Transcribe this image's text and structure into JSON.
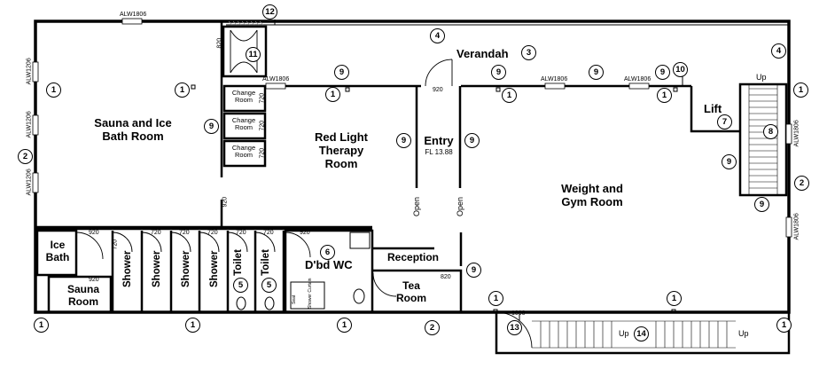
{
  "rooms": {
    "sauna_ice": {
      "l1": "Sauna and Ice",
      "l2": "Bath Room"
    },
    "red_light": {
      "l1": "Red Light",
      "l2": "Therapy",
      "l3": "Room"
    },
    "entry": {
      "name": "Entry",
      "fl": "FL 13.88"
    },
    "verandah": "Verandah",
    "weight_gym": {
      "l1": "Weight and",
      "l2": "Gym Room"
    },
    "lift": "Lift",
    "ice_bath": {
      "l1": "Ice",
      "l2": "Bath"
    },
    "sauna_room": {
      "l1": "Sauna",
      "l2": "Room"
    },
    "shower": "Shower",
    "toilet": "Toilet",
    "dbd_wc": "D'bd WC",
    "reception": "Reception",
    "tea_room": {
      "l1": "Tea",
      "l2": "Room"
    },
    "change_room": {
      "l1": "Change",
      "l2": "Room"
    }
  },
  "labels": {
    "open": "Open",
    "up": "Up",
    "alw1806": "ALW1806",
    "alw1206": "ALW1206",
    "d920": "920",
    "d820": "820",
    "d720": "720",
    "d1000": "1000",
    "seat": "Seat",
    "shower_curtain": "Shower Curtain"
  },
  "callouts": {
    "c1": "1",
    "c2": "2",
    "c3": "3",
    "c4": "4",
    "c5": "5",
    "c6": "6",
    "c7": "7",
    "c8": "8",
    "c9": "9",
    "c10": "10",
    "c11": "11",
    "c12": "12",
    "c13": "13",
    "c14": "14"
  }
}
